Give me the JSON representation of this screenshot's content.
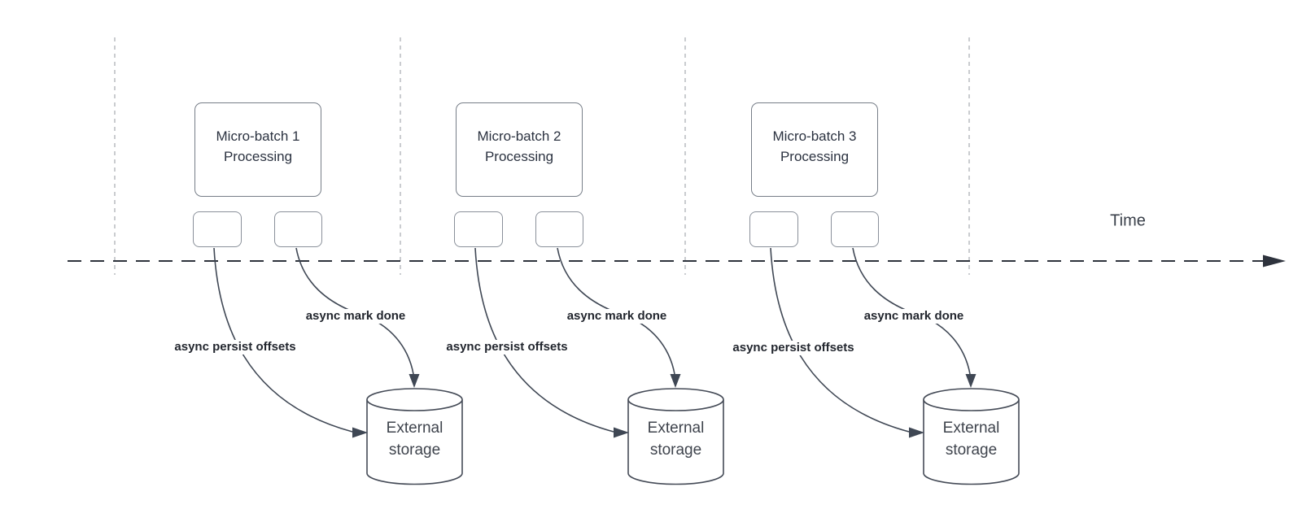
{
  "diagram": {
    "timeline_label": "Time",
    "batches": [
      {
        "title": "Micro-batch 1",
        "subtitle": "Processing",
        "persist_label": "async persist offsets",
        "done_label": "async mark done",
        "storage_line1": "External",
        "storage_line2": "storage"
      },
      {
        "title": "Micro-batch 2",
        "subtitle": "Processing",
        "persist_label": "async persist offsets",
        "done_label": "async mark done",
        "storage_line1": "External",
        "storage_line2": "storage"
      },
      {
        "title": "Micro-batch 3",
        "subtitle": "Processing",
        "persist_label": "async persist offsets",
        "done_label": "async mark done",
        "storage_line1": "External",
        "storage_line2": "storage"
      }
    ],
    "colors": {
      "connector": "#3f4754",
      "timeline": "#2e333d",
      "guide_line": "#b4b7bb",
      "box_border": "#777e88",
      "box_text": "#2b3240",
      "label_text": "#22262e"
    }
  }
}
